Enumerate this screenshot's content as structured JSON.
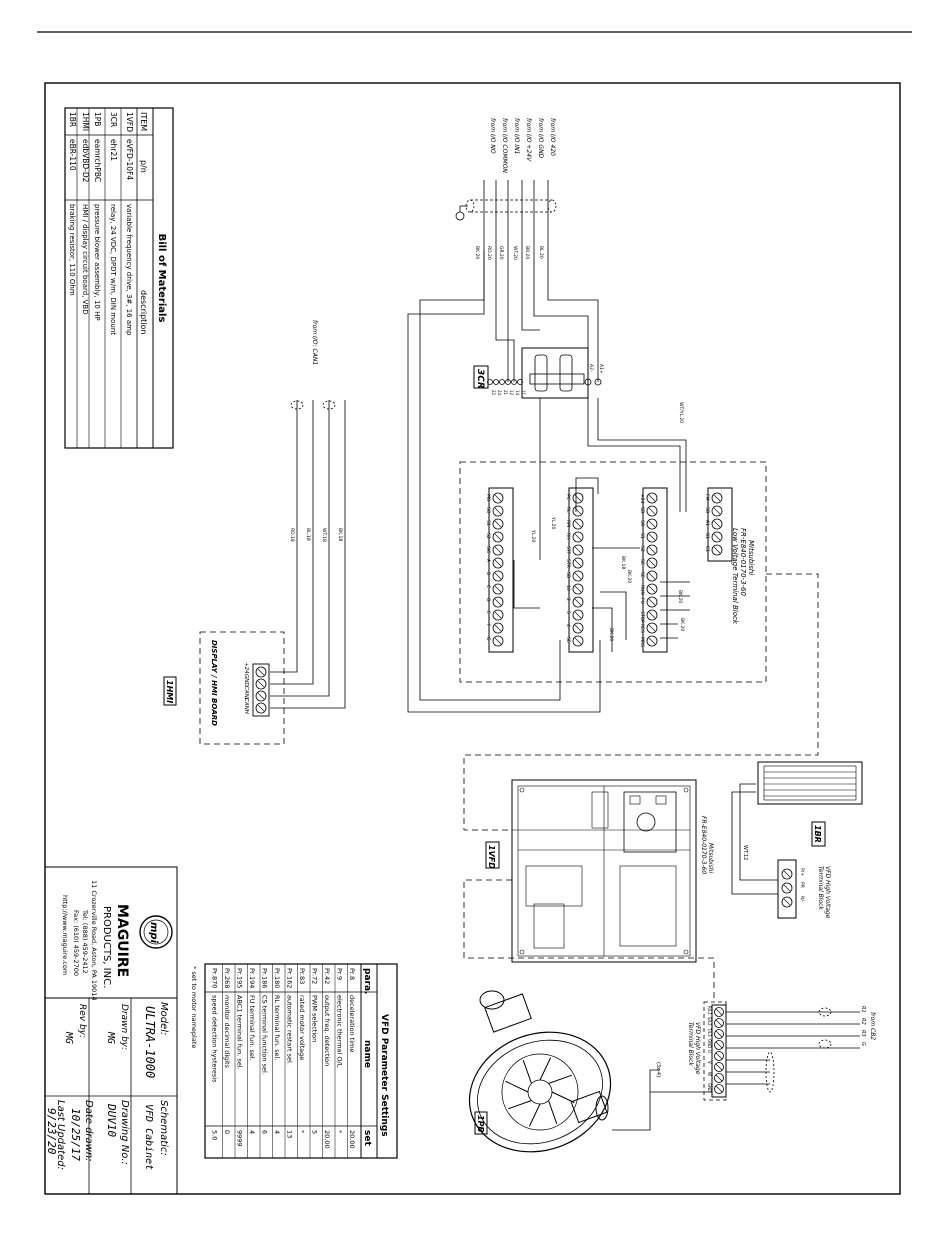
{
  "bill_of_materials": {
    "title": "Bill of Materials",
    "headers": [
      "ITEM",
      "p/n",
      "description"
    ],
    "rows": [
      [
        "1VFD",
        "eVFD-10F4",
        "variable frequency drive, 3#, 16 amp"
      ],
      [
        "3CR",
        "ehr21",
        "relay, 24 VDC, DPDT w/m, DIN mount"
      ],
      [
        "1PB",
        "eamrchPBC",
        "pressure blower assembly, 10 HP"
      ],
      [
        "1HMI",
        "edbVBD-D2",
        "HMI / display circuit board, VBD"
      ],
      [
        "1BR",
        "eBR-110",
        "braking resistor, 110 Ohm"
      ]
    ]
  },
  "vfd_parameters": {
    "title": "VFD Parameter Settings",
    "headers": [
      "para.",
      "name",
      "set"
    ],
    "rows": [
      [
        "Pr.8",
        "deceleration time",
        "20.00"
      ],
      [
        "Pr.9",
        "electronic thermal O/L",
        "*"
      ],
      [
        "Pr.42",
        "output freq. detection",
        "20.00"
      ],
      [
        "Pr.72",
        "PWM selection",
        "5"
      ],
      [
        "Pr.83",
        "rated motor voltage",
        "*"
      ],
      [
        "Pr.162",
        "automatic restart sel.",
        "13"
      ],
      [
        "Pr.180",
        "RL terminal fun. sel.",
        "4"
      ],
      [
        "Pr.186",
        "CS terminal function sel.",
        "6"
      ],
      [
        "Pr.194",
        "FU terminal fun. sel.",
        "4"
      ],
      [
        "Pr.195",
        "ABC1 terminal fun. sel.",
        "9999"
      ],
      [
        "Pr.268",
        "monitor decimal digits",
        "0"
      ],
      [
        "Pr.870",
        "speed detection hysteresis",
        "5.0"
      ]
    ],
    "footnote": "* set to motor nameplate"
  },
  "title_block": {
    "model_label": "Model:",
    "model": "ULTRA-1000",
    "schematic_label": "Schematic:",
    "schematic": "VFD Cabinet",
    "drawing_no_label": "Drawing No.:",
    "drawing_no": "DUV10",
    "drawn_by_label": "Drawn by:",
    "drawn_by": "MG",
    "date_drawn_label": "Date drawn:",
    "date_drawn": "10/25/17",
    "rev_by_label": "Rev by:",
    "rev_by": "MG",
    "last_updated_label": "Last Updated:",
    "last_updated": "9/23/20",
    "company": "MAGUIRE",
    "company_sub": "PRODUCTS, INC.",
    "address": "11 Crozerville Road, Aston, PA 19014",
    "tel": "Tel: (888) 459-2412",
    "fax": "Fax: (610) 459-2700",
    "web": "http://www.maguire.com",
    "logo": "mpi"
  },
  "tags": {
    "relay": "3CR",
    "hmi": "1HMI",
    "vfd": "1VFD",
    "br": "1BR",
    "pb": "1PB"
  },
  "io_sources": [
    "from I/O 420",
    "from I/O GND",
    "from I/O +24V",
    "from I/O IN1",
    "from I/O COMMON",
    "from I/O NO"
  ],
  "io_wire_labels": [
    "BL.20",
    "BR.20",
    "WT.20",
    "GR.20",
    "RD.20",
    "BK.20"
  ],
  "relay_terminals": [
    "A1+",
    "A2-",
    "11",
    "14",
    "12",
    "21",
    "24",
    "22"
  ],
  "low_voltage_block": {
    "title_line1": "Mitsubishi",
    "title_line2": "FR-E840-0170-3-60",
    "title_line3": "Low Voltage Terminal Block",
    "row1": [
      "FM",
      "SD",
      "A1",
      "B1",
      "C1"
    ],
    "row2": [
      "PC",
      "RL",
      "RM",
      "RH",
      "STF",
      "STR",
      "SD",
      "10",
      "2",
      "5",
      "4",
      "SE"
    ],
    "row3": [
      "+24",
      "SD",
      "SO",
      "S1",
      "S2",
      "SC",
      "SE",
      "RUN",
      "FU",
      "STOP",
      "RES",
      "MRS"
    ],
    "row4": [
      "MO",
      "SO",
      "S1",
      "S2",
      "SIC",
      "A",
      "B",
      "C",
      "D",
      "E",
      "F",
      "G"
    ]
  },
  "internal_wire_labels": [
    "WT/YL.20",
    "BK.20",
    "YL.20",
    "YL.20",
    "BK.18",
    "BK.20",
    "BK.20",
    "BK.20"
  ],
  "can_source": "from I/O: CAN1",
  "can_wire_labels": [
    "BK.18",
    "WT.18",
    "BL.18",
    "RD.18"
  ],
  "hmi_board": {
    "title": "DISPLAY / HMI BOARD",
    "terminals": [
      "+24",
      "GND",
      "CANL",
      "CANH"
    ]
  },
  "vfd": {
    "label_line1": "Mitsubishi",
    "label_line2": "FR-E840-0170-3-60"
  },
  "hv_block_top": {
    "title_line1": "VFD High Voltage",
    "title_line2": "Terminal Block",
    "terminals": [
      "P/+",
      "PR",
      "N/-"
    ],
    "wire": "WT.12"
  },
  "hv_block_bottom": {
    "title_line1": "VFD High Voltage",
    "title_line2": "Terminal Block",
    "terminals_in": [
      "R/L1",
      "S/L2",
      "T/L3",
      "GND"
    ],
    "terminals_out": [
      "U",
      "V",
      "W",
      "GND"
    ]
  },
  "power_source": {
    "label": "from CB2",
    "phases": [
      "R1",
      "R2",
      "R3",
      "G"
    ]
  },
  "motor_wire": "(3x-4)"
}
